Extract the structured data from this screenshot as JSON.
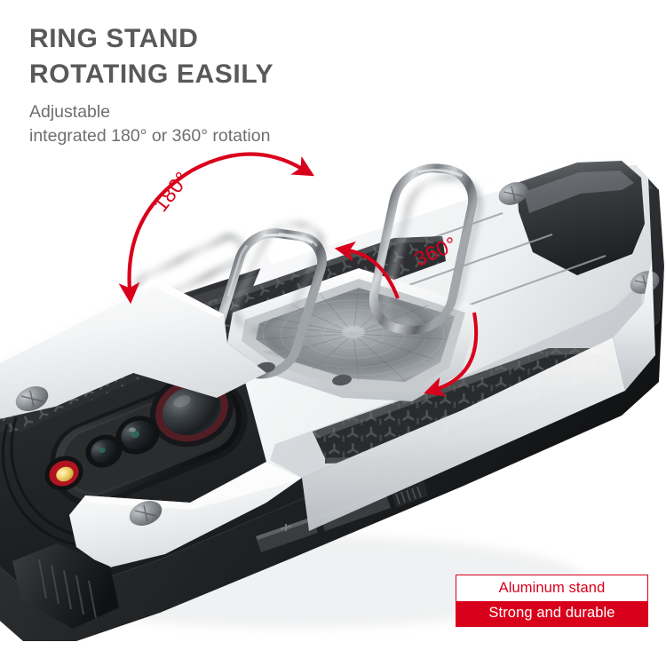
{
  "meta": {
    "background_color": "#ffffff",
    "accent_red": "#d9001b",
    "title_gray": "#58595b",
    "subtitle_gray": "#6e6f71"
  },
  "headline": {
    "line1": "RING STAND",
    "line2": "ROTATING EASILY"
  },
  "subheadline": {
    "line1": "Adjustable",
    "line2": "integrated 180° or 360° rotation"
  },
  "annotations": [
    {
      "id": "arc-180",
      "label": "180°",
      "icon": "double-arrow-arc-icon"
    },
    {
      "id": "arc-360",
      "label": "360°",
      "icon": "double-arrow-arc-icon"
    }
  ],
  "badge": {
    "top_text": "Aluminum stand",
    "bottom_text": "Strong and durable",
    "border_color": "#d9001b",
    "top_bg": "#ffffff",
    "top_fg": "#d9001b",
    "bottom_bg": "#d9001b",
    "bottom_fg": "#ffffff"
  },
  "product": {
    "name": "armor-phone-case-with-ring-stand",
    "shell_color": "#f2f3f4",
    "bumper_color": "#2b2c2e",
    "grip_pad_color": "#303133",
    "metal_color": "#9aa0a5",
    "buttons": [
      {
        "name": "volume-up-button",
        "marking": "+"
      },
      {
        "name": "volume-down-button",
        "marking": "|"
      }
    ],
    "camera": {
      "main_lens": "camera-main-lens",
      "secondary_lenses": 2,
      "flash": "led-flash"
    },
    "ring_positions": [
      "upright",
      "ghost-mid",
      "ghost-tilt-left",
      "ghost-tilt-right"
    ]
  }
}
